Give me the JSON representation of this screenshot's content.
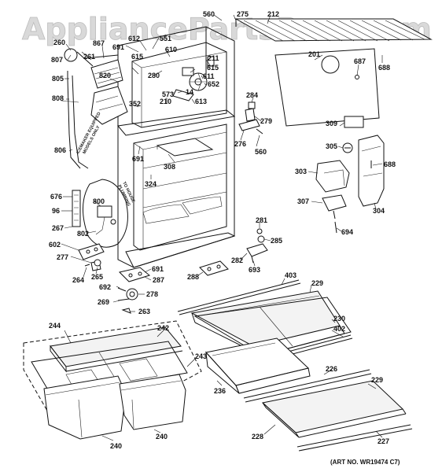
{
  "watermark": "AppliancePartsPros.com",
  "art_number": "(ART NO. WR19474 C7)",
  "notes": {
    "icemaker": [
      "ICEMAKER EQUIPPED",
      "MODELS ONLY"
    ],
    "to_house": [
      "TO HOUSE",
      "PLUMBING"
    ]
  },
  "callouts": [
    {
      "id": "c560a",
      "text": "560"
    },
    {
      "id": "c275",
      "text": "275"
    },
    {
      "id": "c212",
      "text": "212"
    },
    {
      "id": "c260",
      "text": "260"
    },
    {
      "id": "c867",
      "text": "867"
    },
    {
      "id": "c612",
      "text": "612"
    },
    {
      "id": "c551",
      "text": "551"
    },
    {
      "id": "c807",
      "text": "807"
    },
    {
      "id": "c261",
      "text": "261"
    },
    {
      "id": "c691a",
      "text": "691"
    },
    {
      "id": "c615a",
      "text": "615"
    },
    {
      "id": "c610",
      "text": "610"
    },
    {
      "id": "c201",
      "text": "201"
    },
    {
      "id": "c687",
      "text": "687"
    },
    {
      "id": "c688a",
      "text": "688"
    },
    {
      "id": "c805",
      "text": "805"
    },
    {
      "id": "c820",
      "text": "820"
    },
    {
      "id": "c280",
      "text": "280"
    },
    {
      "id": "c211",
      "text": "211"
    },
    {
      "id": "c615b",
      "text": "615"
    },
    {
      "id": "c611",
      "text": "611"
    },
    {
      "id": "c652",
      "text": "652"
    },
    {
      "id": "c573",
      "text": "573"
    },
    {
      "id": "c14",
      "text": "14"
    },
    {
      "id": "c808",
      "text": "808"
    },
    {
      "id": "c352",
      "text": "352"
    },
    {
      "id": "c210",
      "text": "210"
    },
    {
      "id": "c613",
      "text": "613"
    },
    {
      "id": "c284",
      "text": "284"
    },
    {
      "id": "c279",
      "text": "279"
    },
    {
      "id": "c309",
      "text": "309"
    },
    {
      "id": "c276",
      "text": "276"
    },
    {
      "id": "c560b",
      "text": "560"
    },
    {
      "id": "c806",
      "text": "806"
    },
    {
      "id": "c305",
      "text": "305"
    },
    {
      "id": "c691b",
      "text": "691"
    },
    {
      "id": "c308",
      "text": "308"
    },
    {
      "id": "c688b",
      "text": "688"
    },
    {
      "id": "c303",
      "text": "303"
    },
    {
      "id": "c324",
      "text": "324"
    },
    {
      "id": "c676",
      "text": "676"
    },
    {
      "id": "c800",
      "text": "800"
    },
    {
      "id": "c96",
      "text": "96"
    },
    {
      "id": "c307",
      "text": "307"
    },
    {
      "id": "c304",
      "text": "304"
    },
    {
      "id": "c267",
      "text": "267"
    },
    {
      "id": "c281",
      "text": "281"
    },
    {
      "id": "c802",
      "text": "802"
    },
    {
      "id": "c694",
      "text": "694"
    },
    {
      "id": "c285",
      "text": "285"
    },
    {
      "id": "c602",
      "text": "602"
    },
    {
      "id": "c282",
      "text": "282"
    },
    {
      "id": "c277",
      "text": "277"
    },
    {
      "id": "c693",
      "text": "693"
    },
    {
      "id": "c691c",
      "text": "691"
    },
    {
      "id": "c264",
      "text": "264"
    },
    {
      "id": "c265",
      "text": "265"
    },
    {
      "id": "c287",
      "text": "287"
    },
    {
      "id": "c288",
      "text": "288"
    },
    {
      "id": "c403",
      "text": "403"
    },
    {
      "id": "c692",
      "text": "692"
    },
    {
      "id": "c229a",
      "text": "229"
    },
    {
      "id": "c278",
      "text": "278"
    },
    {
      "id": "c269",
      "text": "269"
    },
    {
      "id": "c263",
      "text": "263"
    },
    {
      "id": "c230",
      "text": "230"
    },
    {
      "id": "c244",
      "text": "244"
    },
    {
      "id": "c242",
      "text": "242"
    },
    {
      "id": "c402",
      "text": "402"
    },
    {
      "id": "c243",
      "text": "243"
    },
    {
      "id": "c226",
      "text": "226"
    },
    {
      "id": "c229b",
      "text": "229"
    },
    {
      "id": "c236",
      "text": "236"
    },
    {
      "id": "c228",
      "text": "228"
    },
    {
      "id": "c240a",
      "text": "240"
    },
    {
      "id": "c240b",
      "text": "240"
    },
    {
      "id": "c227",
      "text": "227"
    }
  ]
}
